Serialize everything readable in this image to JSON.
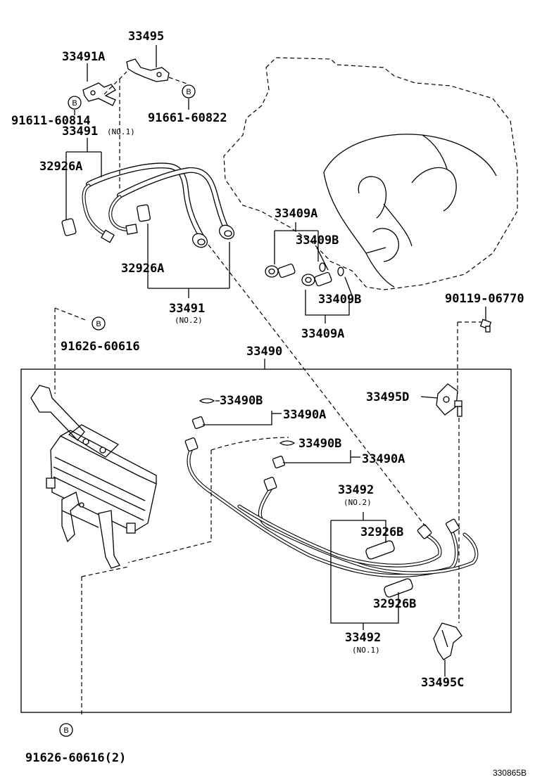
{
  "diagram": {
    "figure_code": "330865B",
    "callouts": [
      {
        "id": "33495",
        "text": "33495"
      },
      {
        "id": "33491A",
        "text": "33491A"
      },
      {
        "id": "91611-60814",
        "text": "91611-60814"
      },
      {
        "id": "91661-60822",
        "text": "91661-60822"
      },
      {
        "id": "33491-no1",
        "text": "33491",
        "sub": "(NO.1)"
      },
      {
        "id": "32926A-top",
        "text": "32926A"
      },
      {
        "id": "32926A-mid",
        "text": "32926A"
      },
      {
        "id": "33491-no2",
        "text": "33491",
        "sub": "(NO.2)"
      },
      {
        "id": "33409A-top",
        "text": "33409A"
      },
      {
        "id": "33409B-top",
        "text": "33409B"
      },
      {
        "id": "33409B-bot",
        "text": "33409B"
      },
      {
        "id": "33409A-bot",
        "text": "33409A"
      },
      {
        "id": "90119-06770",
        "text": "90119-06770"
      },
      {
        "id": "91626-60616",
        "text": "91626-60616"
      },
      {
        "id": "33490",
        "text": "33490"
      },
      {
        "id": "33490B-1",
        "text": "33490B"
      },
      {
        "id": "33490A-1",
        "text": "33490A"
      },
      {
        "id": "33490B-2",
        "text": "33490B"
      },
      {
        "id": "33490A-2",
        "text": "33490A"
      },
      {
        "id": "33495D",
        "text": "33495D"
      },
      {
        "id": "33492-no2",
        "text": "33492",
        "sub": "(NO.2)"
      },
      {
        "id": "32926B-1",
        "text": "32926B"
      },
      {
        "id": "32926B-2",
        "text": "32926B"
      },
      {
        "id": "33492-no1",
        "text": "33492",
        "sub": "(NO.1)"
      },
      {
        "id": "33495C",
        "text": "33495C"
      },
      {
        "id": "91626-60616-2",
        "text": "91626-60616(2)"
      }
    ],
    "b_marker": "B"
  }
}
